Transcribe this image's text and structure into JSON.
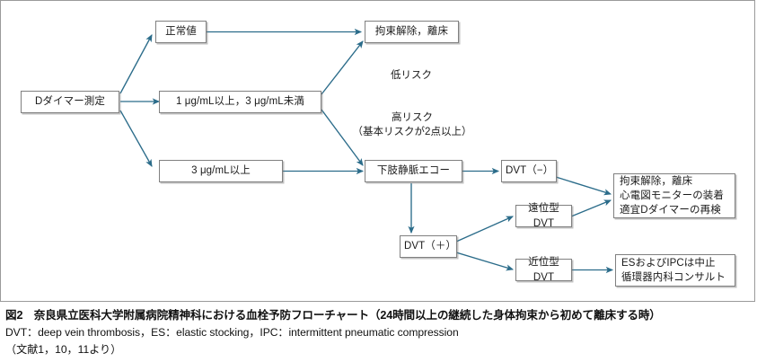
{
  "figure": {
    "frame_border_color": "#9a9a9a",
    "box_border_color": "#808080",
    "arrow_color": "#2b6c8a",
    "text_color": "#1a1a1a"
  },
  "nodes": {
    "start": {
      "label": "Dダイマー測定"
    },
    "normal": {
      "label": "正常値"
    },
    "mid_range": {
      "label": "1 μg/mL以上，3 μg/mL未満"
    },
    "high_range": {
      "label": "3 μg/mL以上"
    },
    "release_top": {
      "label": "拘束解除，離床"
    },
    "echo": {
      "label": "下肢静脈エコー"
    },
    "dvt_neg": {
      "label": "DVT（−）"
    },
    "dvt_pos": {
      "label": "DVT（＋）"
    },
    "distal_dvt": {
      "label": "遠位型DVT"
    },
    "proximal_dvt": {
      "label": "近位型DVT"
    },
    "monitor_outcome": {
      "label": "拘束解除，離床\n心電図モニターの装着\n適宜Dダイマーの再検"
    },
    "consult_outcome": {
      "label": "ESおよびIPCは中止\n循環器内科コンサルト"
    }
  },
  "edge_labels": {
    "low_risk": "低リスク",
    "high_risk": "高リスク\n（基本リスクが2点以上）"
  },
  "caption": {
    "title": "図2　奈良県立医科大学附属病院精神科における血栓予防フローチャート（24時間以上の継続した身体拘束から初めて離床する時）",
    "abbreviations": "DVT：deep vein thrombosis，ES：elastic stocking，IPC：intermittent pneumatic compression",
    "source": "（文献1，10，11より）"
  }
}
